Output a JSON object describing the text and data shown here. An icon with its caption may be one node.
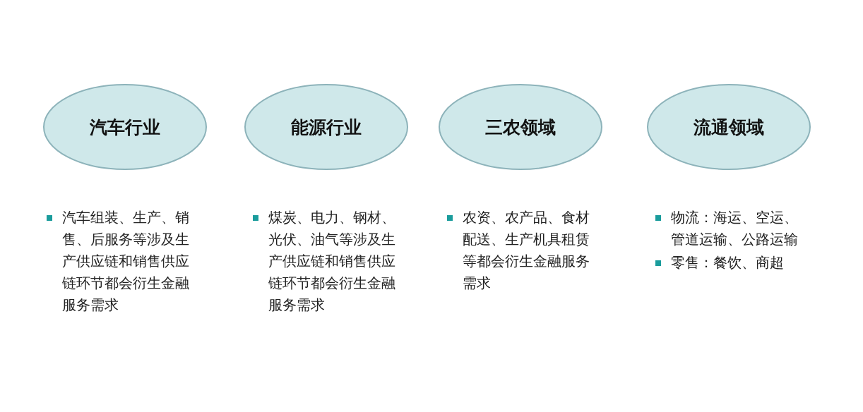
{
  "diagram": {
    "nodes": [
      {
        "text": [
          "汽车行业"
        ],
        "beside": [
          "汽车组装、生产、销售、后服务等涉及生产供应链和销售供应链环节都会衍生金融服务需求"
        ]
      },
      {
        "text": [
          "能源行业"
        ],
        "beside": [
          "煤炭、电力、钢材、光伏、油气等涉及生产供应链和销售供应链环节都会衍生金融服务需求"
        ]
      },
      {
        "text": [
          "三农领域"
        ],
        "beside": [
          "农资、农产品、食材配送、生产机具租赁等都会衍生金融服务需求"
        ]
      },
      {
        "text": [
          "流通领域"
        ],
        "beside": [
          "物流：海运、空运、管道运输、公路运输",
          "零售：餐饮、商超"
        ]
      }
    ]
  }
}
